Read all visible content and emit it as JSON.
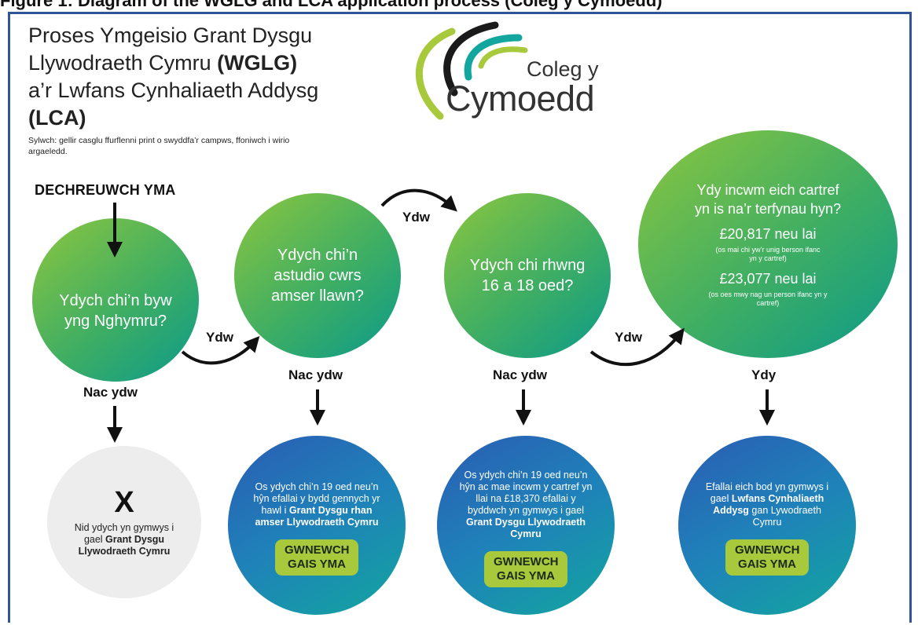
{
  "header": {
    "cropped_text": "Figure 1: Diagram of the WGLG and LCA application process (Coleg y Cymoedd)",
    "title_line1": "Proses Ymgeisio Grant Dysgu",
    "title_line2_pre": "Llywodraeth Cymru ",
    "title_line2_bold": "(WGLG)",
    "title_line3": "a’r Lwfans Cynhaliaeth Addysg",
    "title_line4_bold": "(LCA)",
    "note": "Sylwch: gellir casglu ffurflenni print o swyddfa’r campws, ffoniwch i wirio argaeledd."
  },
  "logo": {
    "line1": "Coleg y",
    "line2": "Cymoedd"
  },
  "start_label": "DECHREUWCH YMA",
  "questions": {
    "q1": "Ydych chi’n byw yng Nghymru?",
    "q2": "Ydych chi’n astudio cwrs amser llawn?",
    "q3": "Ydych chi rhwng 16 a 18 oed?",
    "q4_title": "Ydy incwm eich cartref yn is na’r terfynau hyn?",
    "q4_amount1": "£20,817 neu lai",
    "q4_note1": "(os mai chi yw’r unig berson ifanc yn y cartref)",
    "q4_amount2": "£23,077 neu lai",
    "q4_note2": "(os oes mwy nag un person ifanc yn y cartref)"
  },
  "labels": {
    "yes1": "Ydw",
    "yes2": "Ydw",
    "yes3": "Ydw",
    "yes4": "Ydy",
    "no1": "Nac ydw",
    "no2": "Nac ydw",
    "no3": "Nac ydw"
  },
  "outcomes": {
    "o1_mark": "X",
    "o1_text": "Nid ydych yn gymwys i gael ",
    "o1_bold": "Grant Dysgu Llywodraeth Cymru",
    "o2_text": "Os ydych chi’n 19 oed neu’n hŷn efallai y bydd gennych yr hawl i ",
    "o2_bold": "Grant Dysgu rhan amser Llywodraeth Cymru",
    "o3_text": "Os ydych chi’n 19 oed neu’n hŷn ac mae incwm y cartref yn llai na £18,370 efallai y byddwch yn gymwys i gael ",
    "o3_bold": "Grant Dysgu Llywodraeth Cymru",
    "o4_text": "Efallai eich bod yn gymwys i gael ",
    "o4_bold": "Lwfans Cynhaliaeth Addysg",
    "o4_text2": " gan Lywodraeth Cymru",
    "apply_button": "GWNEWCH GAIS YMA"
  },
  "colors": {
    "border": "#2f5597",
    "question_green": "#8dc63f",
    "question_teal": "#0b9a8a",
    "outcome_blue": "#2a5cb3",
    "button_lime": "#a7c93b"
  }
}
